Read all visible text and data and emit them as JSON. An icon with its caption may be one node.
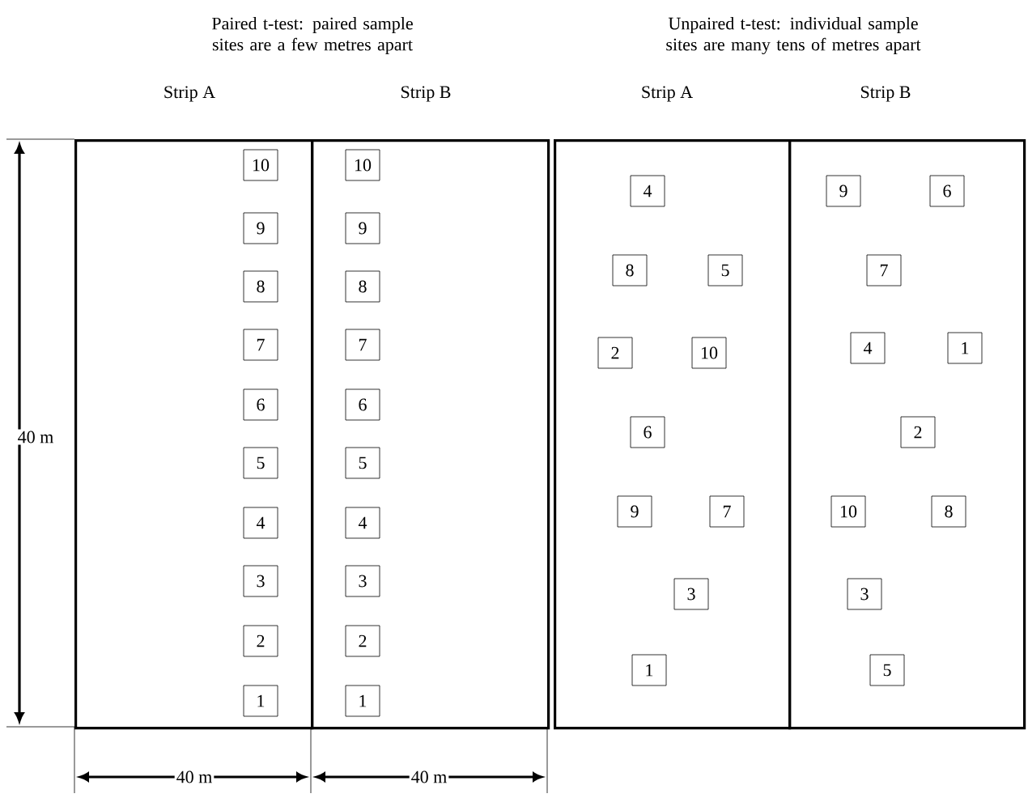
{
  "diagram": {
    "nodes": [
      {
        "text": [
          "Strip A"
        ]
      },
      {
        "text": [
          "10"
        ],
        "in": 0
      },
      {
        "text": [
          "9"
        ],
        "in": 0
      },
      {
        "text": [
          "8"
        ],
        "in": 0
      },
      {
        "text": [
          "7"
        ],
        "in": 0
      },
      {
        "text": [
          "6"
        ],
        "in": 0
      },
      {
        "text": [
          "5"
        ],
        "in": 0
      },
      {
        "text": [
          "4"
        ],
        "in": 0
      },
      {
        "text": [
          "3"
        ],
        "in": 0
      },
      {
        "text": [
          "2"
        ],
        "in": 0
      },
      {
        "text": [
          "1"
        ],
        "in": 0
      },
      {
        "text": [
          "Strip B"
        ]
      },
      {
        "text": [
          "10"
        ],
        "in": 11
      },
      {
        "text": [
          "9"
        ],
        "in": 11
      },
      {
        "text": [
          "8"
        ],
        "in": 11
      },
      {
        "text": [
          "7"
        ],
        "in": 11
      },
      {
        "text": [
          "6"
        ],
        "in": 11
      },
      {
        "text": [
          "5"
        ],
        "in": 11
      },
      {
        "text": [
          "4"
        ],
        "in": 11
      },
      {
        "text": [
          "3"
        ],
        "in": 11
      },
      {
        "text": [
          "2"
        ],
        "in": 11
      },
      {
        "text": [
          "1"
        ],
        "in": 11
      },
      {
        "text": [
          "Strip A"
        ]
      },
      {
        "text": [
          "4"
        ],
        "in": 22
      },
      {
        "text": [
          "8"
        ],
        "in": 22
      },
      {
        "text": [
          "5"
        ],
        "in": 22
      },
      {
        "text": [
          "2"
        ],
        "in": 22
      },
      {
        "text": [
          "10"
        ],
        "in": 22
      },
      {
        "text": [
          "6"
        ],
        "in": 22
      },
      {
        "text": [
          "9"
        ],
        "in": 22
      },
      {
        "text": [
          "7"
        ],
        "in": 22
      },
      {
        "text": [
          "3"
        ],
        "in": 22
      },
      {
        "text": [
          "1"
        ],
        "in": 22
      },
      {
        "text": [
          "Strip B"
        ]
      },
      {
        "text": [
          "9"
        ],
        "in": 33
      },
      {
        "text": [
          "6"
        ],
        "in": 33
      },
      {
        "text": [
          "7"
        ],
        "in": 33
      },
      {
        "text": [
          "4"
        ],
        "in": 33
      },
      {
        "text": [
          "1"
        ],
        "in": 33
      },
      {
        "text": [
          "2"
        ],
        "in": 33
      },
      {
        "text": [
          "10"
        ],
        "in": 33
      },
      {
        "text": [
          "8"
        ],
        "in": 33
      },
      {
        "text": [
          "3"
        ],
        "in": 33
      },
      {
        "text": [
          "5"
        ],
        "in": 33
      }
    ],
    "labels": [
      "Paired t-test: paired sample sites are a few metres apart",
      "Unpaired t-test: individual sample sites are many tens of metres apart",
      "40 m",
      "40 m",
      "40 m"
    ]
  }
}
